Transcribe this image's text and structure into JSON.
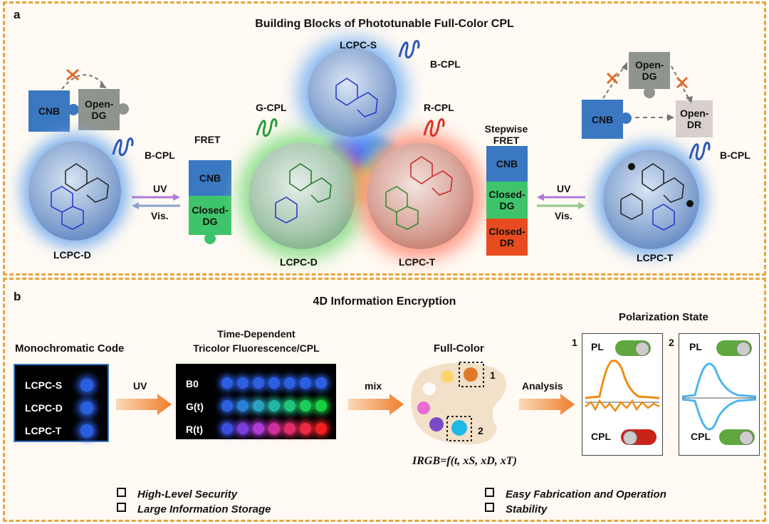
{
  "panel_a": {
    "letter": "a",
    "title": "Building Blocks of Phototunable Full-Color CPL",
    "left": {
      "cnb": "CNB",
      "open_dg": "Open-DG",
      "b_cpl": "B-CPL",
      "sphere_label": "LCPC-D",
      "fret": "FRET",
      "uv": "UV",
      "vis": "Vis.",
      "block_cnb": "CNB",
      "block_closed_dg": "Closed-DG"
    },
    "center": {
      "lcpc_s": "LCPC-S",
      "b_cpl": "B-CPL",
      "g_cpl": "G-CPL",
      "r_cpl": "R-CPL",
      "lcpc_d": "LCPC-D",
      "lcpc_t": "LCPC-T"
    },
    "right": {
      "stepwise_fret": "Stepwise FRET",
      "block_cnb": "CNB",
      "block_closed_dg": "Closed-DG",
      "block_closed_dr": "Closed-DR",
      "uv": "UV",
      "vis": "Vis.",
      "open_dg": "Open-DG",
      "cnb": "CNB",
      "open_dr": "Open-DR",
      "b_cpl": "B-CPL",
      "sphere_label": "LCPC-T"
    }
  },
  "panel_b": {
    "letter": "b",
    "title": "4D Information Encryption",
    "mono": {
      "title": "Monochromatic Code",
      "rows": [
        "LCPC-S",
        "LCPC-D",
        "LCPC-T"
      ]
    },
    "uv": "UV",
    "tricolor": {
      "title_line1": "Time-Dependent",
      "title_line2": "Tricolor Fluorescence/CPL",
      "rows": [
        "B0",
        "G(t)",
        "R(t)"
      ]
    },
    "mix": "mix",
    "full_color": {
      "title": "Full-Color",
      "marker1": "1",
      "marker2": "2",
      "formula": "IRGB=f(t, xS, xD, xT)"
    },
    "analysis": "Analysis",
    "polarization": {
      "title": "Polarization State",
      "state1": {
        "num": "1",
        "pl": "PL",
        "cpl": "CPL"
      },
      "state2": {
        "num": "2",
        "pl": "PL",
        "cpl": "CPL"
      }
    },
    "bullets": [
      "High-Level Security",
      "Large Information Storage",
      "Easy Fabrication and Operation",
      "Stability"
    ]
  },
  "colors": {
    "accent_orange": "#e8a53b",
    "cnb_blue": "#3a78c2",
    "open_gray": "#8f948e",
    "closed_green": "#3ec46b",
    "closed_red": "#e84b1f",
    "curve_orange": "#f08c10",
    "curve_blue": "#4db6f0"
  }
}
